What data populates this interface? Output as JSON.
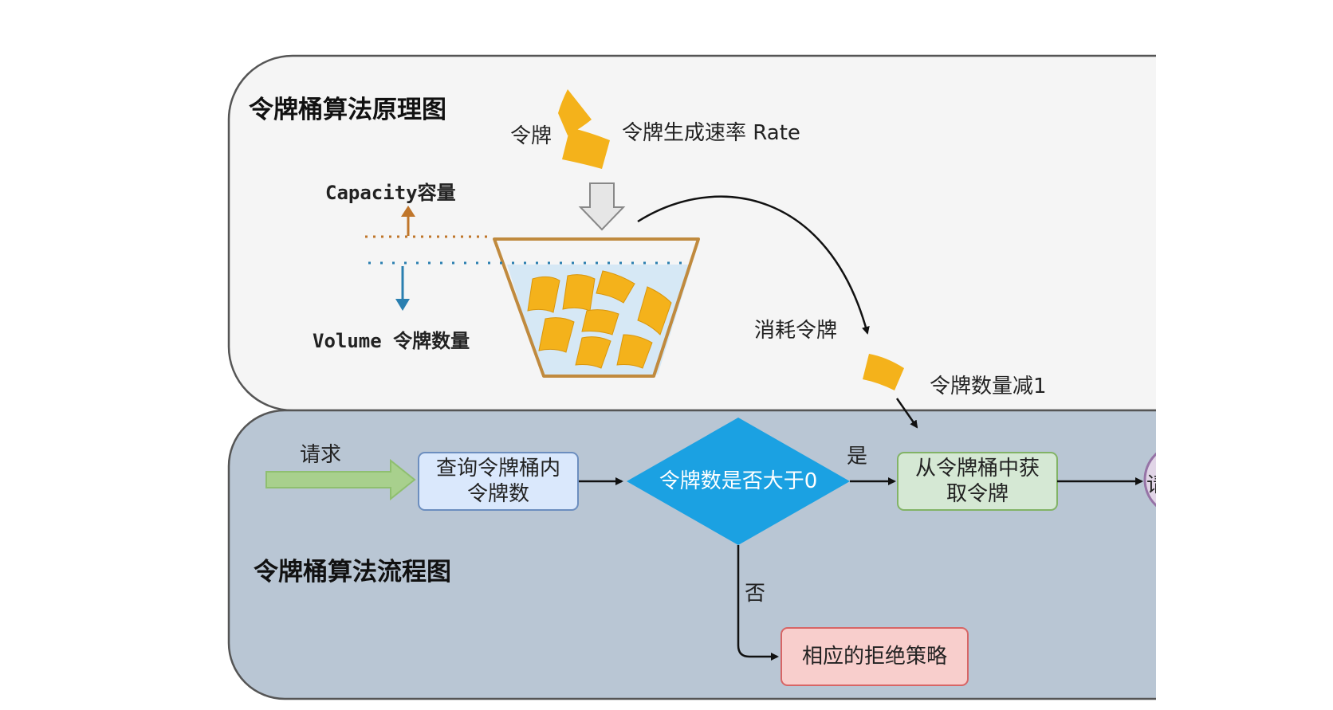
{
  "principle": {
    "title": "令牌桶算法原理图",
    "token_label": "令牌",
    "rate_label": "令牌生成速率 Rate",
    "capacity_label": "Capacity容量",
    "volume_label": "Volume 令牌数量",
    "consume_label": "消耗令牌",
    "decrement_label": "令牌数量减1"
  },
  "flow": {
    "title": "令牌桶算法流程图",
    "request_label": "请求",
    "query_node": [
      "查询令牌桶内",
      "令牌数"
    ],
    "decision_node": "令牌数是否大于0",
    "yes_label": "是",
    "no_label": "否",
    "get_node": [
      "从令牌桶中获",
      "取令牌"
    ],
    "reject_node": "相应的拒绝策略",
    "cut_node_fragment": "请"
  },
  "colors": {
    "top_panel_bg": "#f5f5f5",
    "bottom_panel_bg": "#b9c6d4",
    "token": "#f4b21b",
    "bucket_outline": "#c08a3e",
    "water": "#d6e8f5",
    "query_fill": "#dae8fc",
    "query_border": "#6c8ebf",
    "decision_fill": "#1ba1e2",
    "get_fill": "#d5e8d4",
    "get_border": "#82b366",
    "reject_fill": "#f8cecc",
    "reject_border": "#d76565",
    "request_arrow": "#a8d08d",
    "capacity_line": "#c0762b",
    "volume_line": "#2a7fb0"
  }
}
